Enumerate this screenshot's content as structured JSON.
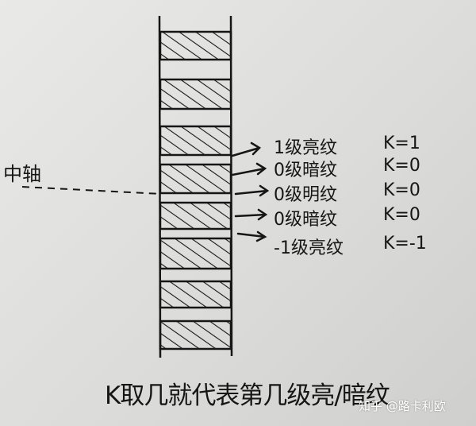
{
  "axis_label": "中轴",
  "fringes": [
    {
      "order": "1级亮纹",
      "k": "K=1"
    },
    {
      "order": "0级暗纹",
      "k": "K=0"
    },
    {
      "order": "0级明纹",
      "k": "K=0"
    },
    {
      "order": "0级暗纹",
      "k": "K=0"
    },
    {
      "order": "-1级亮纹",
      "k": "K=-1"
    }
  ],
  "caption": "K取几就代表第几级亮/暗纹",
  "watermark": "知乎 @路卡利欧",
  "colors": {
    "ink": "#161616",
    "paper": "#e4e4e2"
  }
}
